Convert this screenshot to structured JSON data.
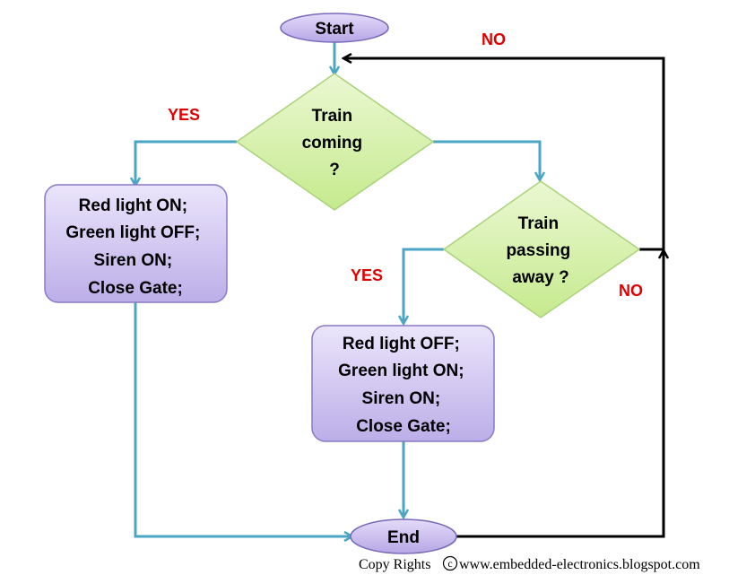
{
  "colors": {
    "terminal_fill": "#cbbdf0",
    "terminal_stroke": "#7a68b8",
    "process_fill": "#d2c6f2",
    "process_stroke": "#8a78c4",
    "decision_fill": "#d8f2ae",
    "decision_stroke": "#a9d37a",
    "flow_line": "#4ba6c4",
    "loop_line": "#000000",
    "yes_no_label": "#e00000"
  },
  "nodes": {
    "start": {
      "label": "Start"
    },
    "decision_train_coming": {
      "lines": [
        "Train",
        "coming",
        "?"
      ]
    },
    "process_left": {
      "lines": [
        "Red light ON;",
        "Green light OFF;",
        "Siren ON;",
        "Close Gate;"
      ]
    },
    "decision_train_passing": {
      "lines": [
        "Train",
        "passing",
        "away ?"
      ]
    },
    "process_right": {
      "lines": [
        "Red light OFF;",
        "Green light ON;",
        "Siren ON;",
        "Close Gate;"
      ]
    },
    "end": {
      "label": "End"
    }
  },
  "edge_labels": {
    "coming_yes": "YES",
    "passing_yes": "YES",
    "passing_no": "NO",
    "loop_no": "NO"
  },
  "footer": {
    "prefix": "Copy Rights",
    "copyright_symbol": "c",
    "site": "www.embedded-electronics.blogspot.com"
  }
}
